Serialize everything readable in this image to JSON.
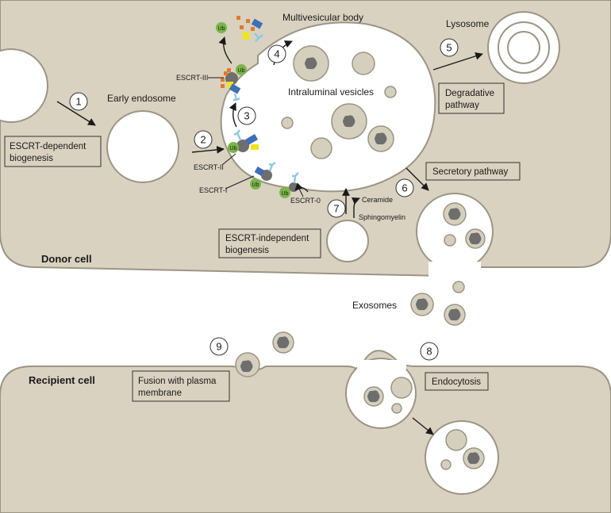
{
  "cells": {
    "donor": "Donor cell",
    "recipient": "Recipient cell"
  },
  "organelles": {
    "early_endosome": "Early endosome",
    "multivesicular_body": "Multivesicular body",
    "intraluminal_vesicles": "Intraluminal vesicles",
    "lysosome": "Lysosome",
    "exosomes": "Exosomes"
  },
  "boxes": {
    "escrt_dependent": [
      "ESCRT-dependent",
      "biogenesis"
    ],
    "escrt_independent": [
      "ESCRT-independent",
      "biogenesis"
    ],
    "degradative": [
      "Degradative",
      "pathway"
    ],
    "secretory": "Secretory pathway",
    "fusion": [
      "Fusion with plasma",
      "membrane"
    ],
    "endocytosis": "Endocytosis"
  },
  "escrt": {
    "escrt0": "ESCRT-0",
    "escrt1": "ESCRT-I",
    "escrt2": "ESCRT-II",
    "escrt3": "ESCRT-III",
    "ub": "Ub"
  },
  "lipids": {
    "ceramide": "Ceramide",
    "sphingomyelin": "Sphingomyelin"
  },
  "steps": [
    "1",
    "2",
    "3",
    "4",
    "5",
    "6",
    "7",
    "8",
    "9"
  ],
  "colors": {
    "cytoplasm": "#d9d2c0",
    "membrane": "#9c9584",
    "vesicle": "#d5cfbd",
    "cargo": "#6e6e6e",
    "ub": "#7ab648",
    "escrt_blue": "#3f6fb5",
    "escrt_yellow": "#f2e41a",
    "escrt_cyan": "#8ec9e0",
    "escrt_orange": "#e07a2a"
  }
}
